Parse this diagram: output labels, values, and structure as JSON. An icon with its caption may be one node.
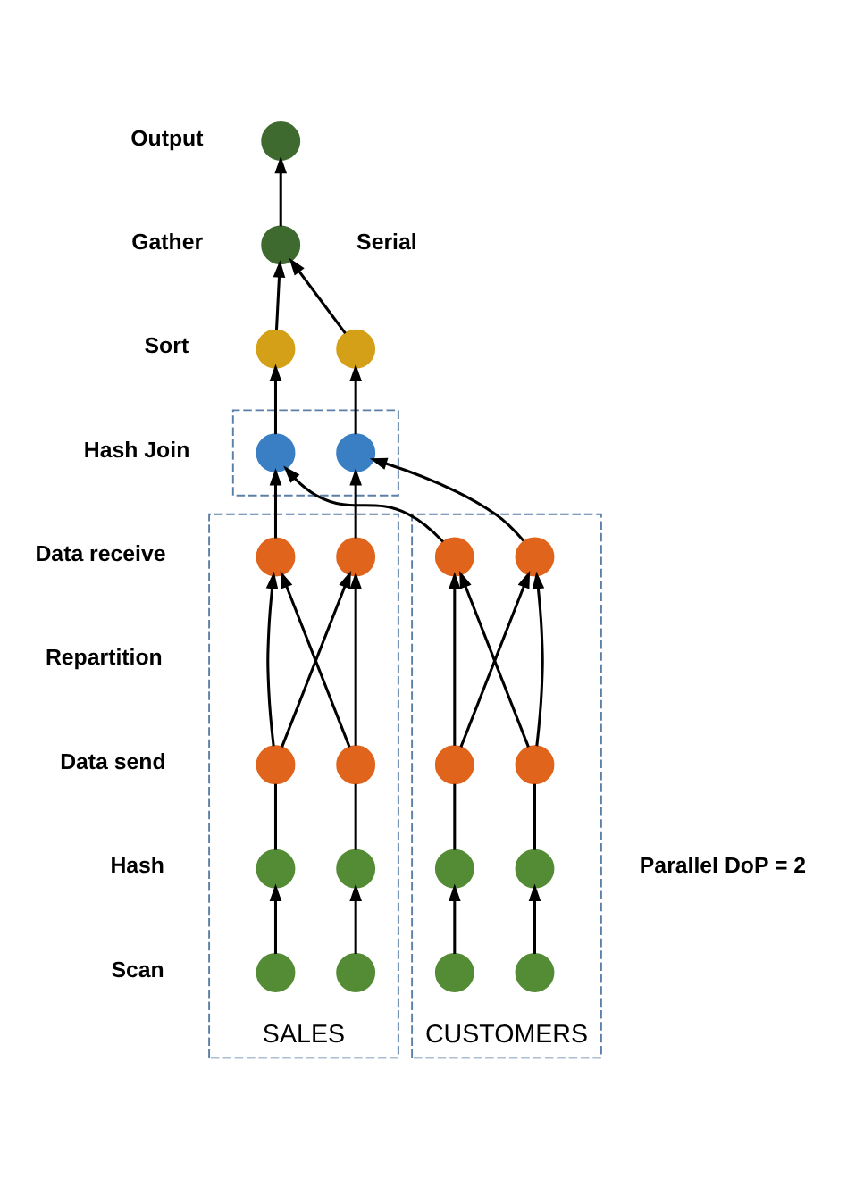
{
  "diagram": {
    "nodes": [
      {
        "text": [],
        "shape": "circle"
      },
      {
        "text": [],
        "shape": "circle"
      },
      {
        "text": [],
        "shape": "circle"
      },
      {
        "text": [],
        "shape": "circle"
      },
      {
        "text": [],
        "shape": "box"
      },
      {
        "text": [],
        "shape": "circle",
        "in": 4
      },
      {
        "text": [],
        "shape": "circle",
        "in": 4
      },
      {
        "text": [
          "CUSTOMERS"
        ]
      },
      {
        "text": [],
        "shape": "circle",
        "in": 7
      },
      {
        "text": [],
        "shape": "circle",
        "in": 7
      },
      {
        "text": [],
        "shape": "circle",
        "in": 7
      },
      {
        "text": [],
        "shape": "circle",
        "in": 7
      },
      {
        "text": [],
        "shape": "circle",
        "in": 7
      },
      {
        "text": [],
        "shape": "circle",
        "in": 7
      },
      {
        "text": [],
        "shape": "circle",
        "in": 7
      },
      {
        "text": [],
        "shape": "circle",
        "in": 7
      },
      {
        "text": [
          "SALES"
        ]
      },
      {
        "text": [],
        "shape": "circle",
        "in": 16
      },
      {
        "text": [],
        "shape": "circle",
        "in": 16
      },
      {
        "text": [],
        "shape": "circle",
        "in": 16
      },
      {
        "text": [],
        "shape": "circle",
        "in": 16
      },
      {
        "text": [],
        "shape": "circle",
        "in": 16
      },
      {
        "text": [],
        "shape": "circle",
        "in": 16
      },
      {
        "text": [],
        "shape": "circle",
        "in": 16
      },
      {
        "text": [],
        "shape": "circle",
        "in": 16
      }
    ],
    "edges": [
      {
        "from": 1,
        "to": 0,
        "arrow": "to"
      },
      {
        "from": 2,
        "to": 1,
        "arrow": "to"
      },
      {
        "from": 3,
        "to": 1,
        "arrow": "to"
      },
      {
        "from": 5,
        "to": 2,
        "arrow": "to"
      },
      {
        "from": 6,
        "to": 3,
        "arrow": "to"
      },
      {
        "from": 8,
        "to": 5,
        "arrow": "to"
      },
      {
        "from": 9,
        "to": 6,
        "arrow": "to"
      },
      {
        "from": 17,
        "to": 5,
        "arrow": "to"
      },
      {
        "from": 18,
        "to": 6,
        "arrow": "to"
      },
      {
        "from": 10,
        "to": 8,
        "arrow": "to"
      },
      {
        "from": 10,
        "to": 9,
        "arrow": "to"
      },
      {
        "from": 11,
        "to": 8,
        "arrow": "to"
      },
      {
        "from": 11,
        "to": 9,
        "arrow": "to"
      },
      {
        "from": 19,
        "to": 17,
        "arrow": "to"
      },
      {
        "from": 19,
        "to": 18,
        "arrow": "to"
      },
      {
        "from": 20,
        "to": 17,
        "arrow": "to"
      },
      {
        "from": 20,
        "to": 18,
        "arrow": "to"
      },
      {
        "from": 12,
        "to": 10,
        "arrow": "none"
      },
      {
        "from": 13,
        "to": 11,
        "arrow": "none"
      },
      {
        "from": 21,
        "to": 19,
        "arrow": "none"
      },
      {
        "from": 22,
        "to": 20,
        "arrow": "none"
      },
      {
        "from": 14,
        "to": 12,
        "arrow": "to"
      },
      {
        "from": 15,
        "to": 13,
        "arrow": "to"
      },
      {
        "from": 23,
        "to": 21,
        "arrow": "to"
      },
      {
        "from": 24,
        "to": 22,
        "arrow": "to"
      }
    ],
    "labels": [
      "Output",
      "Gather",
      "Sort",
      "Hash Join",
      "Data receive",
      "Repartition",
      "Data send",
      "Hash",
      "Scan",
      "Serial",
      "Parallel DoP = 2"
    ]
  }
}
